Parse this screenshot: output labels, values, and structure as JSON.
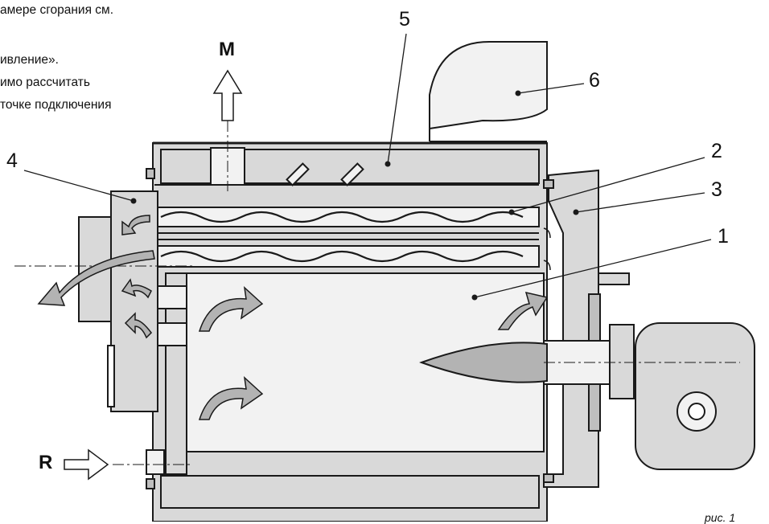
{
  "text_lines": [
    "амере сгорания см.",
    "ивление».",
    "имо рассчитать",
    "точке подключения"
  ],
  "labels": {
    "n1": "1",
    "n2": "2",
    "n3": "3",
    "n4": "4",
    "n5": "5",
    "n6": "6",
    "m": "M",
    "r": "R"
  },
  "caption": "рис. 1",
  "colors": {
    "fill": "#d9d9d9",
    "stroke": "#1a1a1a",
    "arrow": "#b3b3b3"
  }
}
